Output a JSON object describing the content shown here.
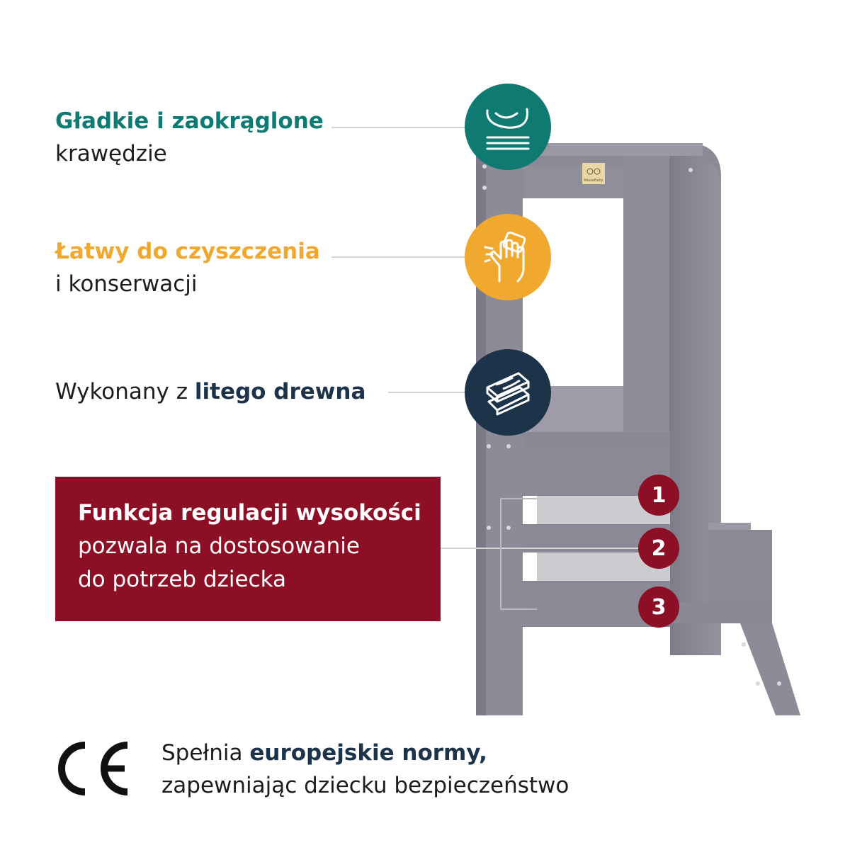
{
  "colors": {
    "teal": "#0e7a72",
    "orange": "#f0a92e",
    "navy": "#1d3349",
    "crimson": "#8c0f26",
    "stool_gray": "#8e8c98"
  },
  "features": [
    {
      "highlight": "Gładkie i zaokrąglone",
      "rest": "krawędzie",
      "icon": "smooth-edge-icon"
    },
    {
      "highlight": "Łatwy do czyszczenia",
      "rest": "i konserwacji",
      "icon": "cleaning-hand-icon"
    },
    {
      "prefix": "Wykonany z ",
      "highlight": "litego drewna",
      "icon": "wood-planks-icon"
    }
  ],
  "height_box": {
    "title": "Funkcja regulacji wysokości",
    "line1": "pozwala na dostosowanie",
    "line2": "do potrzeb dziecka"
  },
  "levels": [
    "1",
    "2",
    "3"
  ],
  "certification": {
    "mark": "CE",
    "prefix": "Spełnia ",
    "highlight": "europejskie normy,",
    "line2": "zapewniając dziecku bezpieczeństwo"
  },
  "brand_tag": "MeowBaby"
}
